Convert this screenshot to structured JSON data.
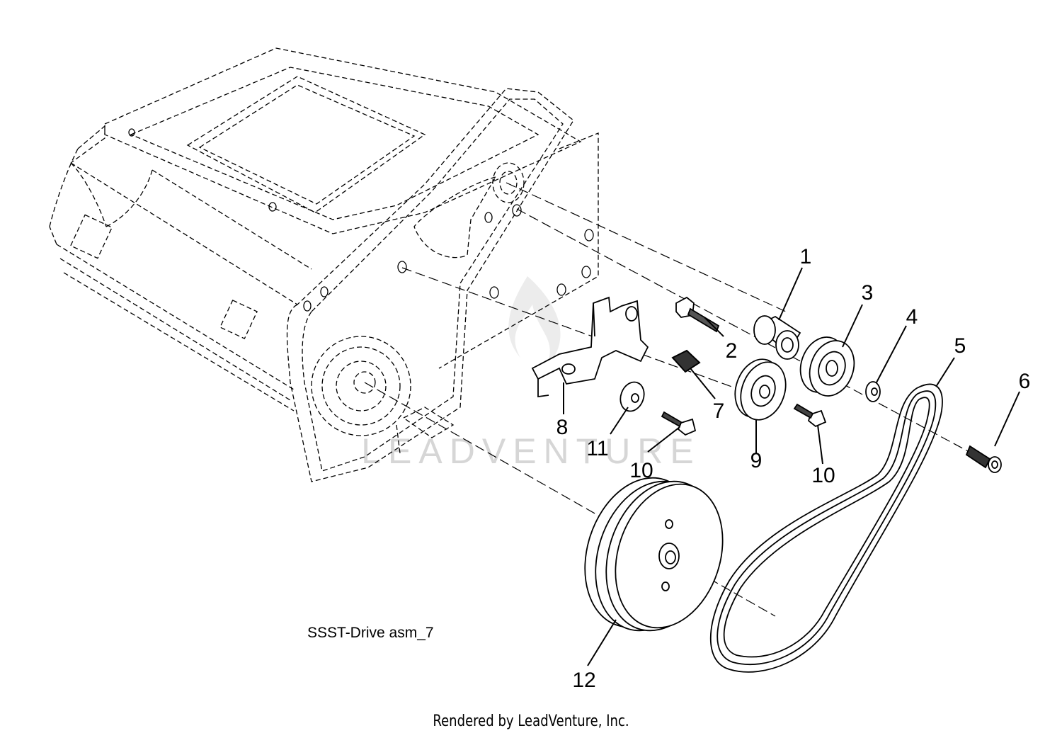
{
  "diagram": {
    "caption": "SSST-Drive asm_7",
    "watermark": "LEADVENTURE",
    "footer": "Rendered by LeadVenture, Inc.",
    "callouts": [
      {
        "id": "part-1",
        "label": "1"
      },
      {
        "id": "part-2",
        "label": "2"
      },
      {
        "id": "part-3",
        "label": "3"
      },
      {
        "id": "part-4",
        "label": "4"
      },
      {
        "id": "part-5",
        "label": "5"
      },
      {
        "id": "part-6",
        "label": "6"
      },
      {
        "id": "part-7",
        "label": "7"
      },
      {
        "id": "part-8",
        "label": "8"
      },
      {
        "id": "part-9",
        "label": "9"
      },
      {
        "id": "part-10a",
        "label": "10"
      },
      {
        "id": "part-10b",
        "label": "10"
      },
      {
        "id": "part-11",
        "label": "11"
      },
      {
        "id": "part-12",
        "label": "12"
      }
    ]
  }
}
